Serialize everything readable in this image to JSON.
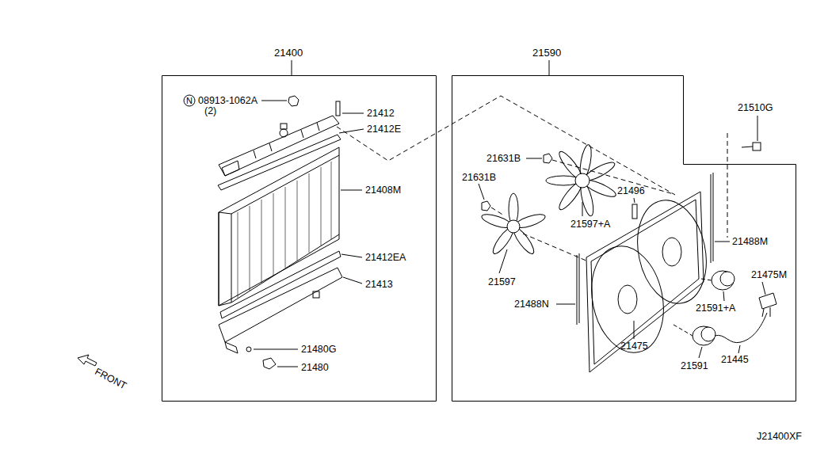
{
  "diagram": {
    "nodes": [
      {
        "text": [
          "21400"
        ]
      },
      {
        "text": [
          "21590"
        ]
      }
    ],
    "labels": [
      "N",
      "08913-1062A",
      "(2)",
      "21412",
      "21412E",
      "21408M",
      "21412EA",
      "21413",
      "21480G",
      "21480",
      "FRONT",
      "21510G",
      "21631B",
      "21631B",
      "21496",
      "21597+A",
      "21488M",
      "21475M",
      "21488N",
      "21591+A",
      "21597",
      "21475",
      "21591",
      "21445",
      "J21400XF"
    ]
  }
}
